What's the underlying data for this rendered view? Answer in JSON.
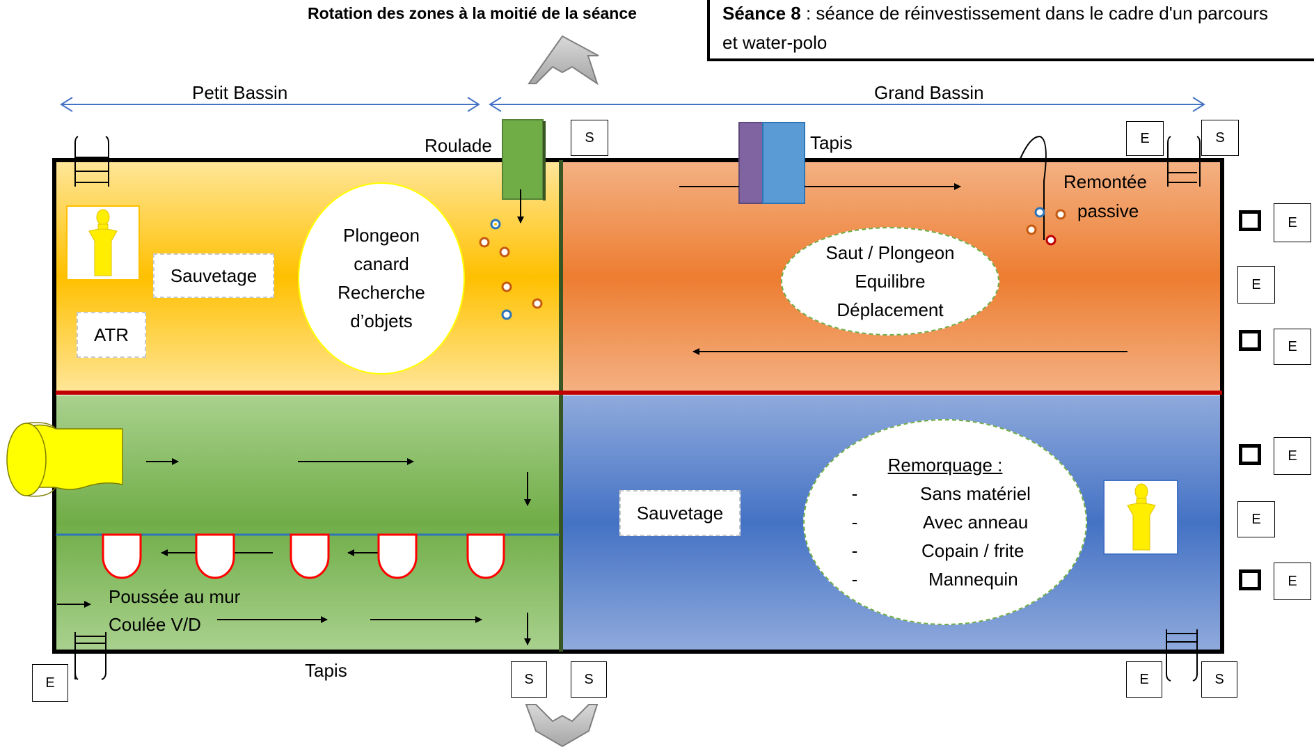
{
  "header": {
    "rotation": "Rotation des zones à la moitié de la séance",
    "session_bold": "Séance 8",
    "session_text": " : séance de réinvestissement dans le cadre d'un parcours",
    "session_line2": "et water-polo"
  },
  "pool": {
    "small_label": "Petit Bassin",
    "large_label": "Grand Bassin"
  },
  "zones": {
    "top_left": {
      "roulade": "Roulade",
      "ellipse_lines": [
        "Plongeon",
        "canard",
        "Recherche",
        "d’objets"
      ],
      "sauvetage": "Sauvetage",
      "atr": "ATR"
    },
    "top_right": {
      "tapis": "Tapis",
      "remontee_1": "Remontée",
      "remontee_2": "passive",
      "ellipse_lines": [
        "Saut / Plongeon",
        "Equilibre",
        "Déplacement"
      ]
    },
    "bottom_left": {
      "poussee": "Poussée au mur",
      "coulee": "Coulée V/D",
      "tapis": "Tapis"
    },
    "bottom_right": {
      "sauvetage": "Sauvetage",
      "remorquage_title": "Remorquage :",
      "remorquage_items": [
        "Sans matériel",
        "Avec anneau",
        "Copain / frite",
        "Mannequin"
      ]
    }
  },
  "markers": {
    "entry": "E",
    "exit": "S",
    "dash": "-"
  },
  "colors": {
    "top_left": "#ffc000",
    "top_right": "#ed7d31",
    "bottom_left": "#70ad47",
    "bottom_right": "#4472c4",
    "divider_red": "#c00000",
    "lane_blue": "#2e75b6"
  }
}
